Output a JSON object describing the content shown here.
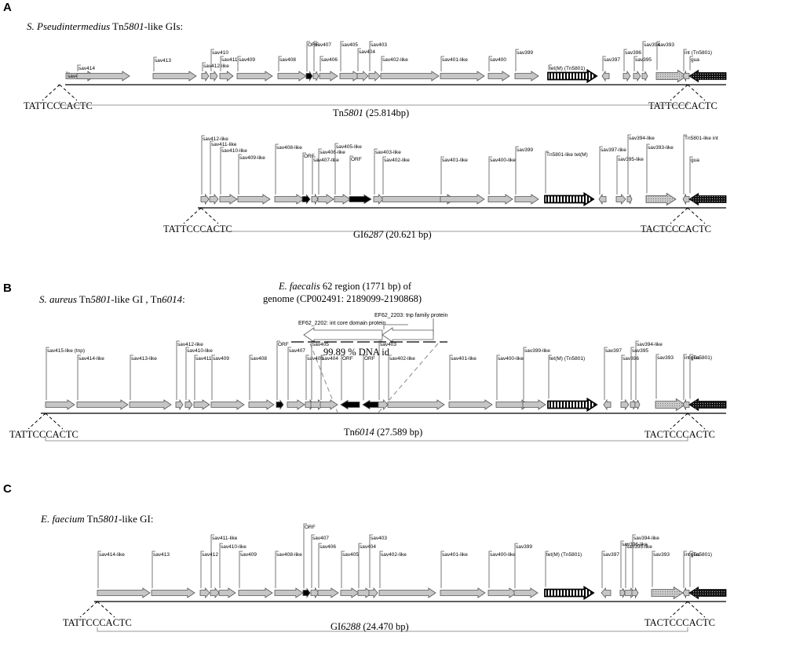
{
  "colors": {
    "grey": "#c6c6c6",
    "black": "#000000",
    "outline": "#555555"
  },
  "panels": [
    {
      "letter": "A",
      "title_parts": [
        {
          "t": "S. Pseudintermedius",
          "it": true
        },
        {
          "t": " Tn",
          "it": false
        },
        {
          "t": "5801",
          "it": true
        },
        {
          "t": "-like GIs:",
          "it": false
        }
      ]
    },
    {
      "letter": "B"
    },
    {
      "letter": "C"
    }
  ],
  "tracks": [
    {
      "id": "A1",
      "genes": [
        {
          "label": "sav415 (tnp)",
          "dir": "+",
          "style": "grey"
        },
        {
          "label": "sav414",
          "dir": "+",
          "style": "grey"
        },
        {
          "label": "sav413",
          "dir": "+",
          "style": "grey"
        },
        {
          "label": "sav412-like",
          "dir": "+",
          "style": "grey"
        },
        {
          "label": "sav410",
          "dir": "+",
          "style": "grey"
        },
        {
          "label": "sav411",
          "dir": "+",
          "style": "grey"
        },
        {
          "label": "sav409",
          "dir": "+",
          "style": "grey"
        },
        {
          "label": "sav408",
          "dir": "+",
          "style": "grey"
        },
        {
          "label": "ORF",
          "dir": "+",
          "style": "black"
        },
        {
          "label": "sav407",
          "dir": "+",
          "style": "grey"
        },
        {
          "label": "sav406",
          "dir": "+",
          "style": "grey"
        },
        {
          "label": "sav405",
          "dir": "+",
          "style": "grey"
        },
        {
          "label": "sav404",
          "dir": "+",
          "style": "grey"
        },
        {
          "label": "sav403",
          "dir": "+",
          "style": "grey"
        },
        {
          "label": "sav402-like",
          "dir": "+",
          "style": "grey"
        },
        {
          "label": "sav401-like",
          "dir": "+",
          "style": "grey"
        },
        {
          "label": "sav400",
          "dir": "+",
          "style": "grey"
        },
        {
          "label": "sav399",
          "dir": "+",
          "style": "grey"
        },
        {
          "label": "tet(M) (Tn5801)",
          "dir": "+",
          "style": "striped"
        },
        {
          "label": "sav397",
          "dir": "-",
          "style": "grey"
        },
        {
          "label": "sav396",
          "dir": "+",
          "style": "grey"
        },
        {
          "label": "sav395",
          "dir": "+",
          "style": "grey"
        },
        {
          "label": "sav394",
          "dir": "+",
          "style": "grey"
        },
        {
          "label": "sav393",
          "dir": "+",
          "style": "dotted"
        },
        {
          "label": "int (Tn5801)",
          "dir": "-",
          "style": "grey"
        },
        {
          "label": "gua",
          "dir": "-",
          "style": "dark"
        }
      ],
      "left_site": "TATTCCCACTC",
      "right_site": "TATTCCCACTC",
      "element_name": "Tn",
      "element_num": "5801",
      "element_size": "(25.814bp)"
    },
    {
      "id": "A2",
      "genes": [
        {
          "label": "sav412-like",
          "dir": "+",
          "style": "grey"
        },
        {
          "label": "sav411-like",
          "dir": "+",
          "style": "grey"
        },
        {
          "label": "sav410-like",
          "dir": "+",
          "style": "grey"
        },
        {
          "label": "sav409-like",
          "dir": "+",
          "style": "grey"
        },
        {
          "label": "sav408-like",
          "dir": "+",
          "style": "grey"
        },
        {
          "label": "ORF",
          "dir": "+",
          "style": "black"
        },
        {
          "label": "sav407-like",
          "dir": "+",
          "style": "grey"
        },
        {
          "label": "sav406-like",
          "dir": "+",
          "style": "grey"
        },
        {
          "label": "sav405-like",
          "dir": "+",
          "style": "grey"
        },
        {
          "label": "ORF",
          "dir": "+",
          "style": "black"
        },
        {
          "label": "sav403-like",
          "dir": "+",
          "style": "grey"
        },
        {
          "label": "sav402-like",
          "dir": "+",
          "style": "grey"
        },
        {
          "label": "sav401-like",
          "dir": "+",
          "style": "grey"
        },
        {
          "label": "sav400-like",
          "dir": "+",
          "style": "grey"
        },
        {
          "label": "sav399",
          "dir": "+",
          "style": "grey"
        },
        {
          "label": "Tn5801-like tet(M)",
          "dir": "+",
          "style": "striped"
        },
        {
          "label": "sav397-like",
          "dir": "-",
          "style": "grey"
        },
        {
          "label": "sav395-like",
          "dir": "+",
          "style": "grey"
        },
        {
          "label": "sav394-like",
          "dir": "+",
          "style": "grey"
        },
        {
          "label": "sav393-like",
          "dir": "+",
          "style": "dotted"
        },
        {
          "label": "Tn5801-like int",
          "dir": "-",
          "style": "grey"
        },
        {
          "label": "gua",
          "dir": "-",
          "style": "dark"
        }
      ],
      "left_site": "TATTCCCACTC",
      "right_site": "TACTCCCACTC",
      "element_name": "GI",
      "element_num": "6287",
      "element_size": "(20.621 bp)"
    },
    {
      "id": "B",
      "title_parts": [
        {
          "t": "S. aureus",
          "it": true
        },
        {
          "t": " Tn",
          "it": false
        },
        {
          "t": "5801",
          "it": true
        },
        {
          "t": "-like GI , Tn",
          "it": false
        },
        {
          "t": "6014",
          "it": true
        },
        {
          "t": ":",
          "it": false
        }
      ],
      "insert": {
        "line1_it": "E. faecalis",
        "line1": " 62 region (1771 bp) of",
        "line2": "genome (CP002491: 2189099-2190868)",
        "gene_a": "EF62_2203: tnp family protein",
        "gene_b": "EF62_2202: int core domain protein",
        "identity": "99.89 % DNA id"
      },
      "genes": [
        {
          "label": "sav415-like (tnp)",
          "dir": "+",
          "style": "grey"
        },
        {
          "label": "sav414-like",
          "dir": "+",
          "style": "grey"
        },
        {
          "label": "sav413-like",
          "dir": "+",
          "style": "grey"
        },
        {
          "label": "sav412-like",
          "dir": "+",
          "style": "grey"
        },
        {
          "label": "sav410-like",
          "dir": "+",
          "style": "grey"
        },
        {
          "label": "sav411",
          "dir": "+",
          "style": "grey"
        },
        {
          "label": "sav409",
          "dir": "+",
          "style": "grey"
        },
        {
          "label": "sav408",
          "dir": "+",
          "style": "grey"
        },
        {
          "label": "ORF",
          "dir": "+",
          "style": "black"
        },
        {
          "label": "sav407",
          "dir": "+",
          "style": "grey"
        },
        {
          "label": "sav406",
          "dir": "+",
          "style": "grey"
        },
        {
          "label": "sav405",
          "dir": "+",
          "style": "grey"
        },
        {
          "label": "sav404",
          "dir": "+",
          "style": "grey"
        },
        {
          "label": "ORF",
          "dir": "-",
          "style": "black"
        },
        {
          "label": "ORF",
          "dir": "-",
          "style": "black"
        },
        {
          "label": "sav403",
          "dir": "+",
          "style": "grey"
        },
        {
          "label": "sav402-like",
          "dir": "+",
          "style": "grey"
        },
        {
          "label": "sav401-like",
          "dir": "+",
          "style": "grey"
        },
        {
          "label": "sav400-like",
          "dir": "+",
          "style": "grey"
        },
        {
          "label": "sav399-like",
          "dir": "+",
          "style": "grey"
        },
        {
          "label": "tet(M) (Tn5801)",
          "dir": "+",
          "style": "striped"
        },
        {
          "label": "sav397",
          "dir": "-",
          "style": "grey"
        },
        {
          "label": "sav396",
          "dir": "+",
          "style": "grey"
        },
        {
          "label": "sav395",
          "dir": "+",
          "style": "grey"
        },
        {
          "label": "sav394-like",
          "dir": "+",
          "style": "grey"
        },
        {
          "label": "sav393",
          "dir": "+",
          "style": "dotted"
        },
        {
          "label": "int (Tn5801)",
          "dir": "-",
          "style": "grey"
        },
        {
          "label": "gua",
          "dir": "-",
          "style": "dark"
        }
      ],
      "left_site": "TATTCCCACTC",
      "right_site": "TACTCCCACTC",
      "element_name": "Tn",
      "element_num": "6014",
      "element_size": "(27.589 bp)"
    },
    {
      "id": "C",
      "title_parts": [
        {
          "t": "E. faecium",
          "it": true
        },
        {
          "t": " Tn",
          "it": false
        },
        {
          "t": "5801",
          "it": true
        },
        {
          "t": "-like GI:",
          "it": false
        }
      ],
      "genes": [
        {
          "label": "sav414-like",
          "dir": "+",
          "style": "grey"
        },
        {
          "label": "sav413",
          "dir": "+",
          "style": "grey"
        },
        {
          "label": "sav412",
          "dir": "+",
          "style": "grey"
        },
        {
          "label": "sav411-like",
          "dir": "+",
          "style": "grey"
        },
        {
          "label": "sav410-like",
          "dir": "+",
          "style": "grey"
        },
        {
          "label": "sav409",
          "dir": "+",
          "style": "grey"
        },
        {
          "label": "sav408-like",
          "dir": "+",
          "style": "grey"
        },
        {
          "label": "ORF",
          "dir": "+",
          "style": "black"
        },
        {
          "label": "sav407",
          "dir": "+",
          "style": "grey"
        },
        {
          "label": "sav406",
          "dir": "+",
          "style": "grey"
        },
        {
          "label": "sav405",
          "dir": "+",
          "style": "grey"
        },
        {
          "label": "sav404",
          "dir": "+",
          "style": "grey"
        },
        {
          "label": "sav403",
          "dir": "+",
          "style": "grey"
        },
        {
          "label": "sav402-like",
          "dir": "+",
          "style": "grey"
        },
        {
          "label": "sav401-like",
          "dir": "+",
          "style": "grey"
        },
        {
          "label": "sav400-like",
          "dir": "+",
          "style": "grey"
        },
        {
          "label": "sav399",
          "dir": "+",
          "style": "grey"
        },
        {
          "label": "tet(M) (Tn5801)",
          "dir": "+",
          "style": "striped"
        },
        {
          "label": "sav397",
          "dir": "-",
          "style": "grey"
        },
        {
          "label": "sav396-like",
          "dir": "+",
          "style": "grey"
        },
        {
          "label": "sav395-like",
          "dir": "+",
          "style": "grey"
        },
        {
          "label": "sav394-like",
          "dir": "+",
          "style": "grey"
        },
        {
          "label": "sav393",
          "dir": "+",
          "style": "dotted"
        },
        {
          "label": "int (Tn5801)",
          "dir": "-",
          "style": "grey"
        },
        {
          "label": "gua",
          "dir": "-",
          "style": "dark"
        }
      ],
      "left_site": "TATTCCCACTC",
      "right_site": "TACTCCCACTC",
      "element_name": "GI",
      "element_num": "6288",
      "element_size": "(24.470 bp)"
    }
  ]
}
